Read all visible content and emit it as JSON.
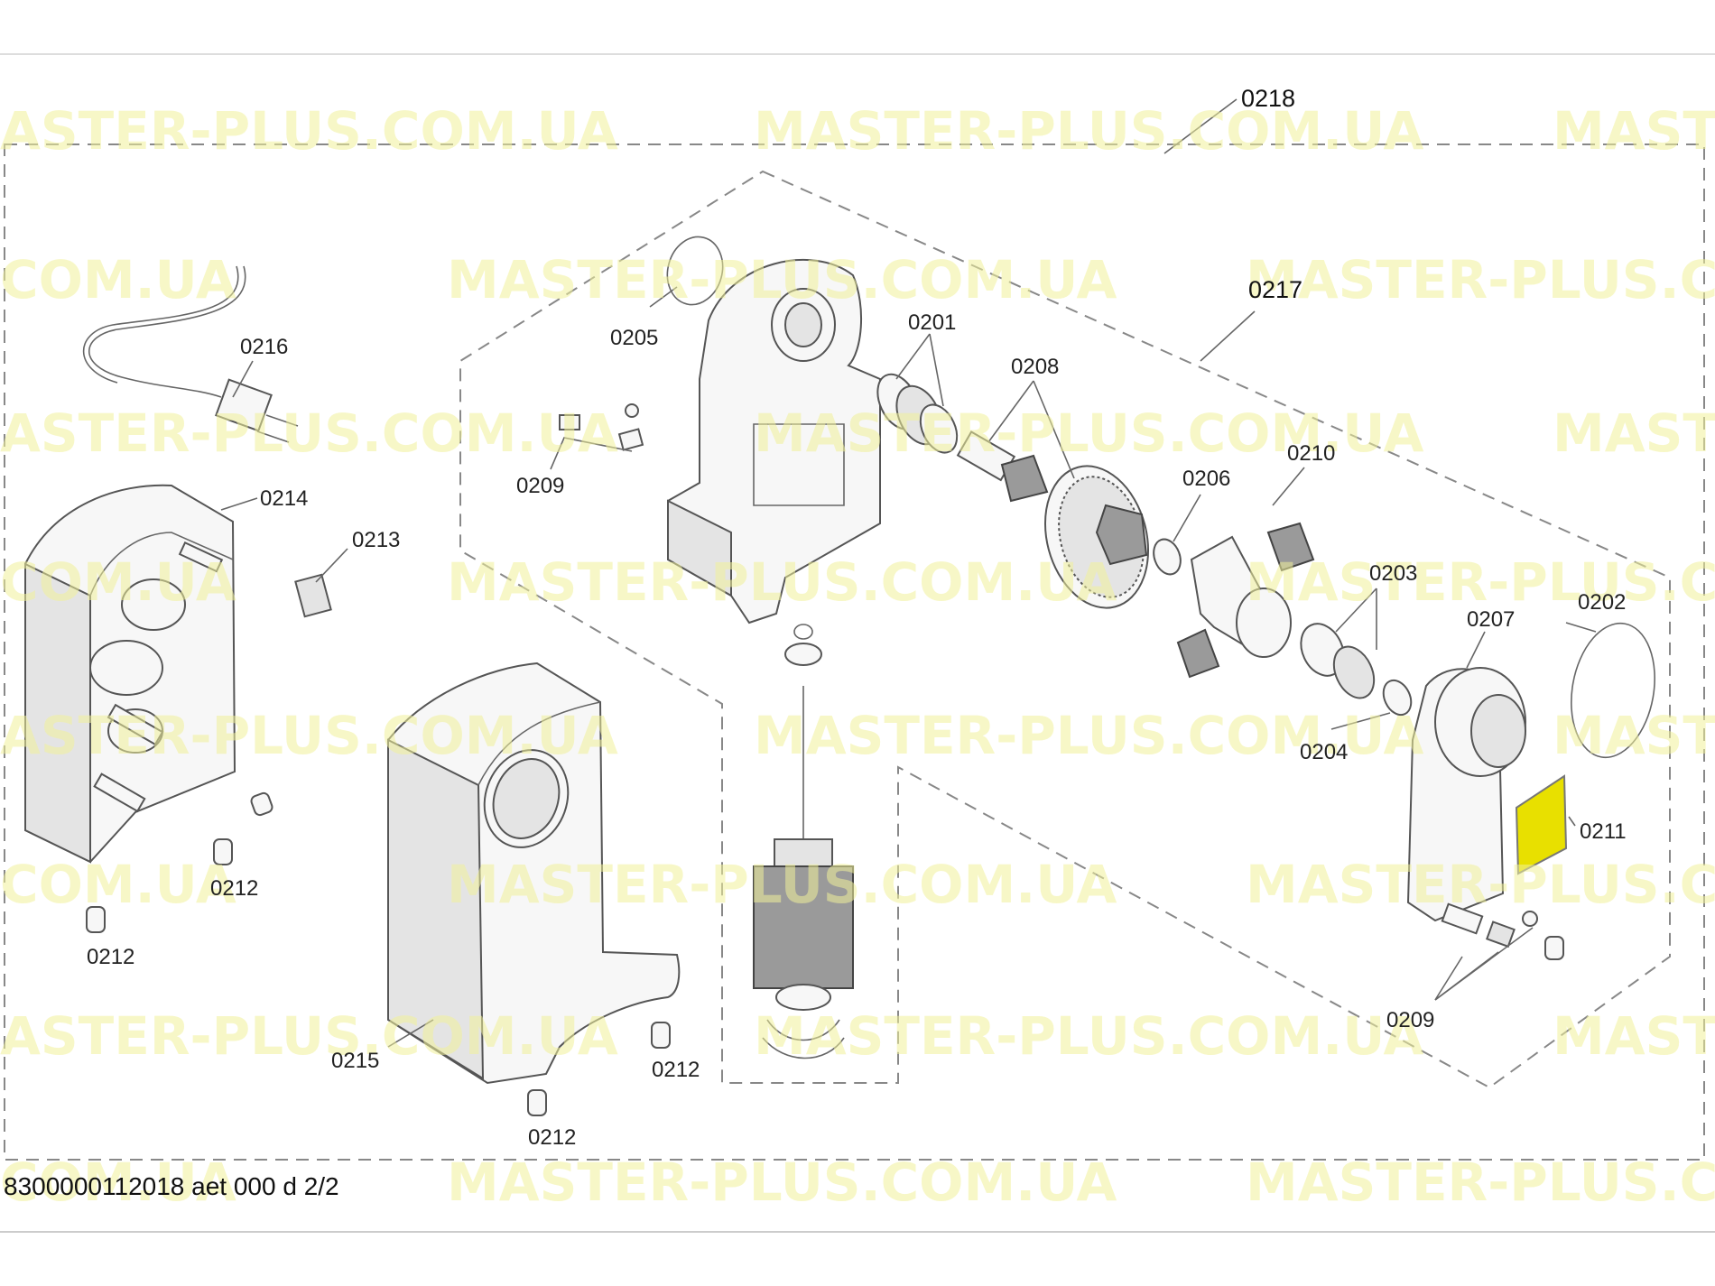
{
  "watermark": "MASTER-PLUS.COM.UA",
  "watermark_fragments": {
    "domain_only": "COM.UA",
    "prefix_cut": "ASTER-PLUS.COM.UA",
    "right_cut": "MASTE",
    "right_cut_long": "MASTER-PLUS.COM"
  },
  "footer": {
    "drawing_code": "8300000112018 aet 000 d 2/2"
  },
  "labels": {
    "l0218": "0218",
    "l0217": "0217",
    "l0216": "0216",
    "l0214": "0214",
    "l0213": "0213",
    "l0212": "0212",
    "l0215": "0215",
    "l0205": "0205",
    "l0209": "0209",
    "l0201": "0201",
    "l0208": "0208",
    "l0206": "0206",
    "l0210": "0210",
    "l0203": "0203",
    "l0202": "0202",
    "l0207": "0207",
    "l0204": "0204",
    "l0211": "0211"
  },
  "colors": {
    "highlight_part": "#e8e000",
    "watermark": "#f1f19a"
  }
}
